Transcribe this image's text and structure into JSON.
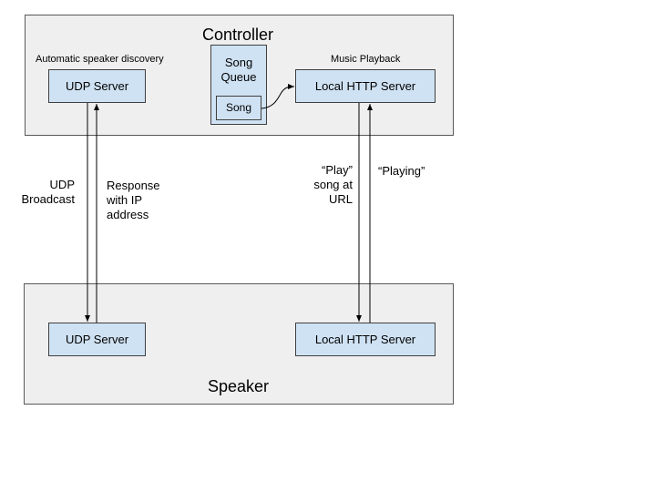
{
  "controller": {
    "title": "Controller",
    "discovery_caption": "Automatic speaker discovery",
    "playback_caption": "Music Playback",
    "udp_server": "UDP Server",
    "song_queue_line1": "Song",
    "song_queue_line2": "Queue",
    "song": "Song",
    "http_server": "Local HTTP Server"
  },
  "speaker": {
    "title": "Speaker",
    "udp_server": "UDP Server",
    "http_server": "Local HTTP Server"
  },
  "edges": {
    "udp_broadcast_line1": "UDP",
    "udp_broadcast_line2": "Broadcast",
    "response_line1": "Response",
    "response_line2": "with IP",
    "response_line3": "address",
    "play_line1": "“Play”",
    "play_line2": "song at",
    "play_line3": "URL",
    "playing": "“Playing”"
  },
  "colors": {
    "panel_fill": "#efefef",
    "box_fill": "#cfe2f3",
    "stroke": "#404040"
  }
}
